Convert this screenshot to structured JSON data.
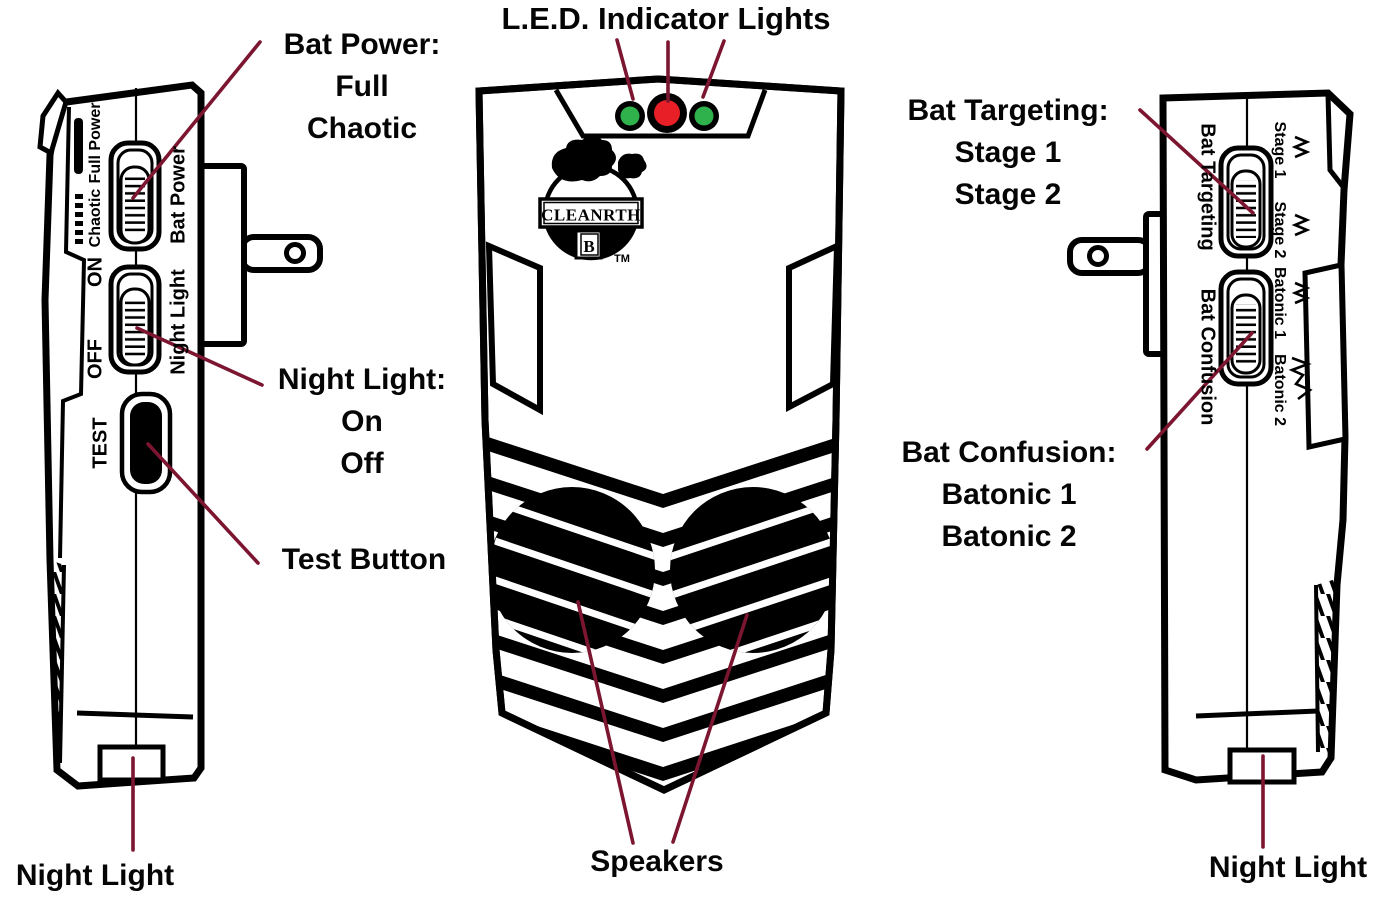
{
  "annotations": {
    "led_title": "L.E.D. Indicator Lights",
    "bat_power": {
      "title": "Bat Power:",
      "options": [
        "Full",
        "Chaotic"
      ]
    },
    "night_light": {
      "title": "Night Light:",
      "options": [
        "On",
        "Off"
      ]
    },
    "test_button": "Test Button",
    "night_light_bottom_left": "Night Light",
    "speakers": "Speakers",
    "bat_targeting": {
      "title": "Bat Targeting:",
      "options": [
        "Stage 1",
        "Stage 2"
      ]
    },
    "bat_confusion": {
      "title": "Bat Confusion:",
      "options": [
        "Batonic 1",
        "Batonic 2"
      ]
    },
    "night_light_bottom_right": "Night Light"
  },
  "left_device": {
    "labels": {
      "full_power": "Full Power",
      "chaotic": "Chaotic",
      "bat_power": "Bat Power",
      "on": "ON",
      "off": "OFF",
      "night_light": "Night Light",
      "test": "TEST"
    }
  },
  "center_device": {
    "logo": {
      "brand": "CLEANRTH",
      "badge": "B",
      "trademark": "TM"
    }
  },
  "right_device": {
    "labels": {
      "bat_targeting": "Bat Targeting",
      "bat_confusion": "Bat Confusion",
      "stage_1": "Stage 1",
      "stage_2": "Stage 2",
      "batonic_1": "Batonic 1",
      "batonic_2": "Batonic 2"
    }
  },
  "colors": {
    "leader_line": "#7c1630",
    "led_green": "#2fb14c",
    "led_red": "#e81f26",
    "ink": "#000000",
    "background": "#ffffff"
  }
}
